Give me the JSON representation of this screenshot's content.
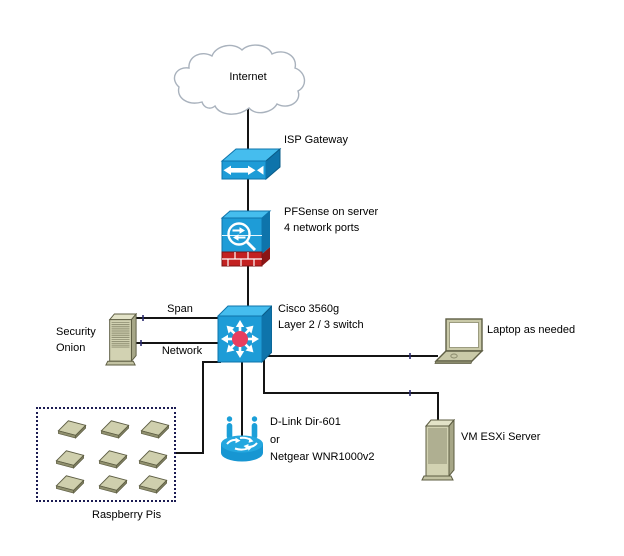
{
  "diagram": {
    "nodes": {
      "internet": {
        "label": "Internet",
        "icon": "cloud-icon"
      },
      "isp_gateway": {
        "label": "ISP Gateway",
        "icon": "gateway-switch-icon"
      },
      "pfsense": {
        "label": "PFSense on server\n4 network ports",
        "icon": "firewall-icon"
      },
      "core_switch": {
        "label": "Cisco 3560g\nLayer 2 / 3 switch",
        "icon": "multilayer-switch-icon"
      },
      "security_onion": {
        "label": "Security\nOnion",
        "icon": "server-tower-icon"
      },
      "laptop": {
        "label": "Laptop as needed",
        "icon": "laptop-icon"
      },
      "wireless_router": {
        "label": "D-Link Dir-601\nor\nNetgear WNR1000v2",
        "icon": "wireless-router-icon"
      },
      "esxi_server": {
        "label": "VM ESXi Server",
        "icon": "server-tower-icon"
      },
      "raspberry_pis": {
        "label": "Raspberry Pis",
        "icon": "pi-board-icon",
        "board_count": 9
      }
    },
    "edges": [
      {
        "from": "internet",
        "to": "isp_gateway"
      },
      {
        "from": "isp_gateway",
        "to": "pfsense"
      },
      {
        "from": "pfsense",
        "to": "core_switch"
      },
      {
        "from": "core_switch",
        "to": "security_onion",
        "label": "Span"
      },
      {
        "from": "core_switch",
        "to": "security_onion",
        "label": "Network"
      },
      {
        "from": "core_switch",
        "to": "laptop"
      },
      {
        "from": "core_switch",
        "to": "raspberry_pis"
      },
      {
        "from": "core_switch",
        "to": "wireless_router"
      },
      {
        "from": "core_switch",
        "to": "esxi_server"
      }
    ],
    "colors": {
      "device_blue": "#1e9cd7",
      "device_blue_light": "#45bdee",
      "device_blue_dark": "#0e74ab",
      "router_cyan": "#1b9fd8",
      "brick_red": "#c32121",
      "brick_red_dark": "#8b1616",
      "hub_red": "#e83e5f",
      "hardware_khaki": "#d2d2b2",
      "hardware_khaki_dark": "#8c8c70",
      "connector_black": "#141414",
      "cloud_outline": "#a9b2bd",
      "group_box_dotted": "#1b1b52"
    }
  }
}
